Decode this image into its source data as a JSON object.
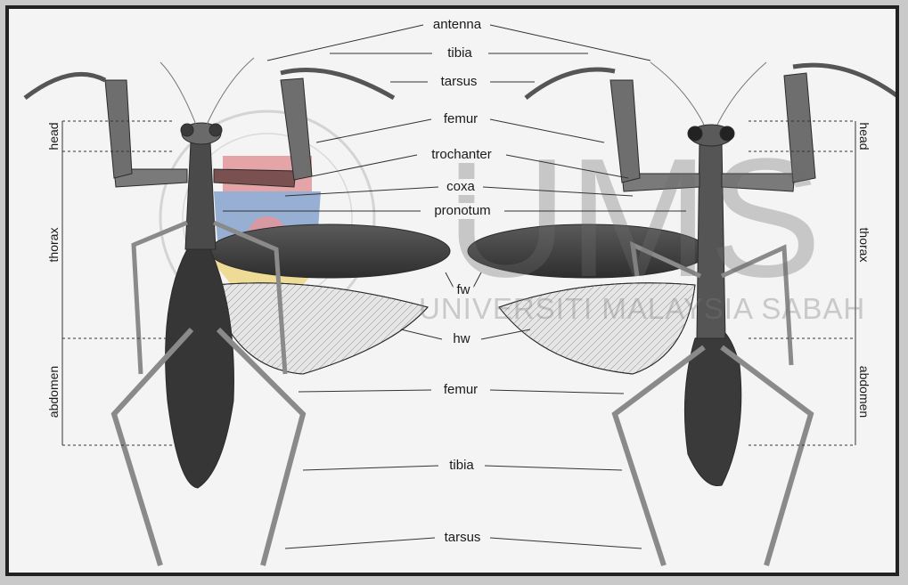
{
  "labels": {
    "antenna": "antenna",
    "tibia_top": "tibia",
    "tarsus_top": "tarsus",
    "femur_top": "femur",
    "trochanter": "trochanter",
    "coxa": "coxa",
    "pronotum": "pronotum",
    "fw": "fw",
    "hw": "hw",
    "femur_bottom": "femur",
    "tibia_bottom": "tibia",
    "tarsus_bottom": "tarsus"
  },
  "sides": {
    "left": {
      "head": "head",
      "thorax": "thorax",
      "abdomen": "abdomen"
    },
    "right": {
      "head": "head",
      "thorax": "thorax",
      "abdomen": "abdomen"
    }
  },
  "watermark": {
    "big": "UMS",
    "small": "UNIVERSITI MALAYSIA SABAH"
  },
  "colors": {
    "body_dark": "#3a3a3a",
    "wing_fore": "#4a4a4a",
    "wing_hind": "#d8d8d8",
    "leg": "#8a8a8a",
    "line": "#333333",
    "crest_red": "#d9656b",
    "crest_blue": "#4a78b8",
    "crest_yellow": "#e9c84a"
  }
}
